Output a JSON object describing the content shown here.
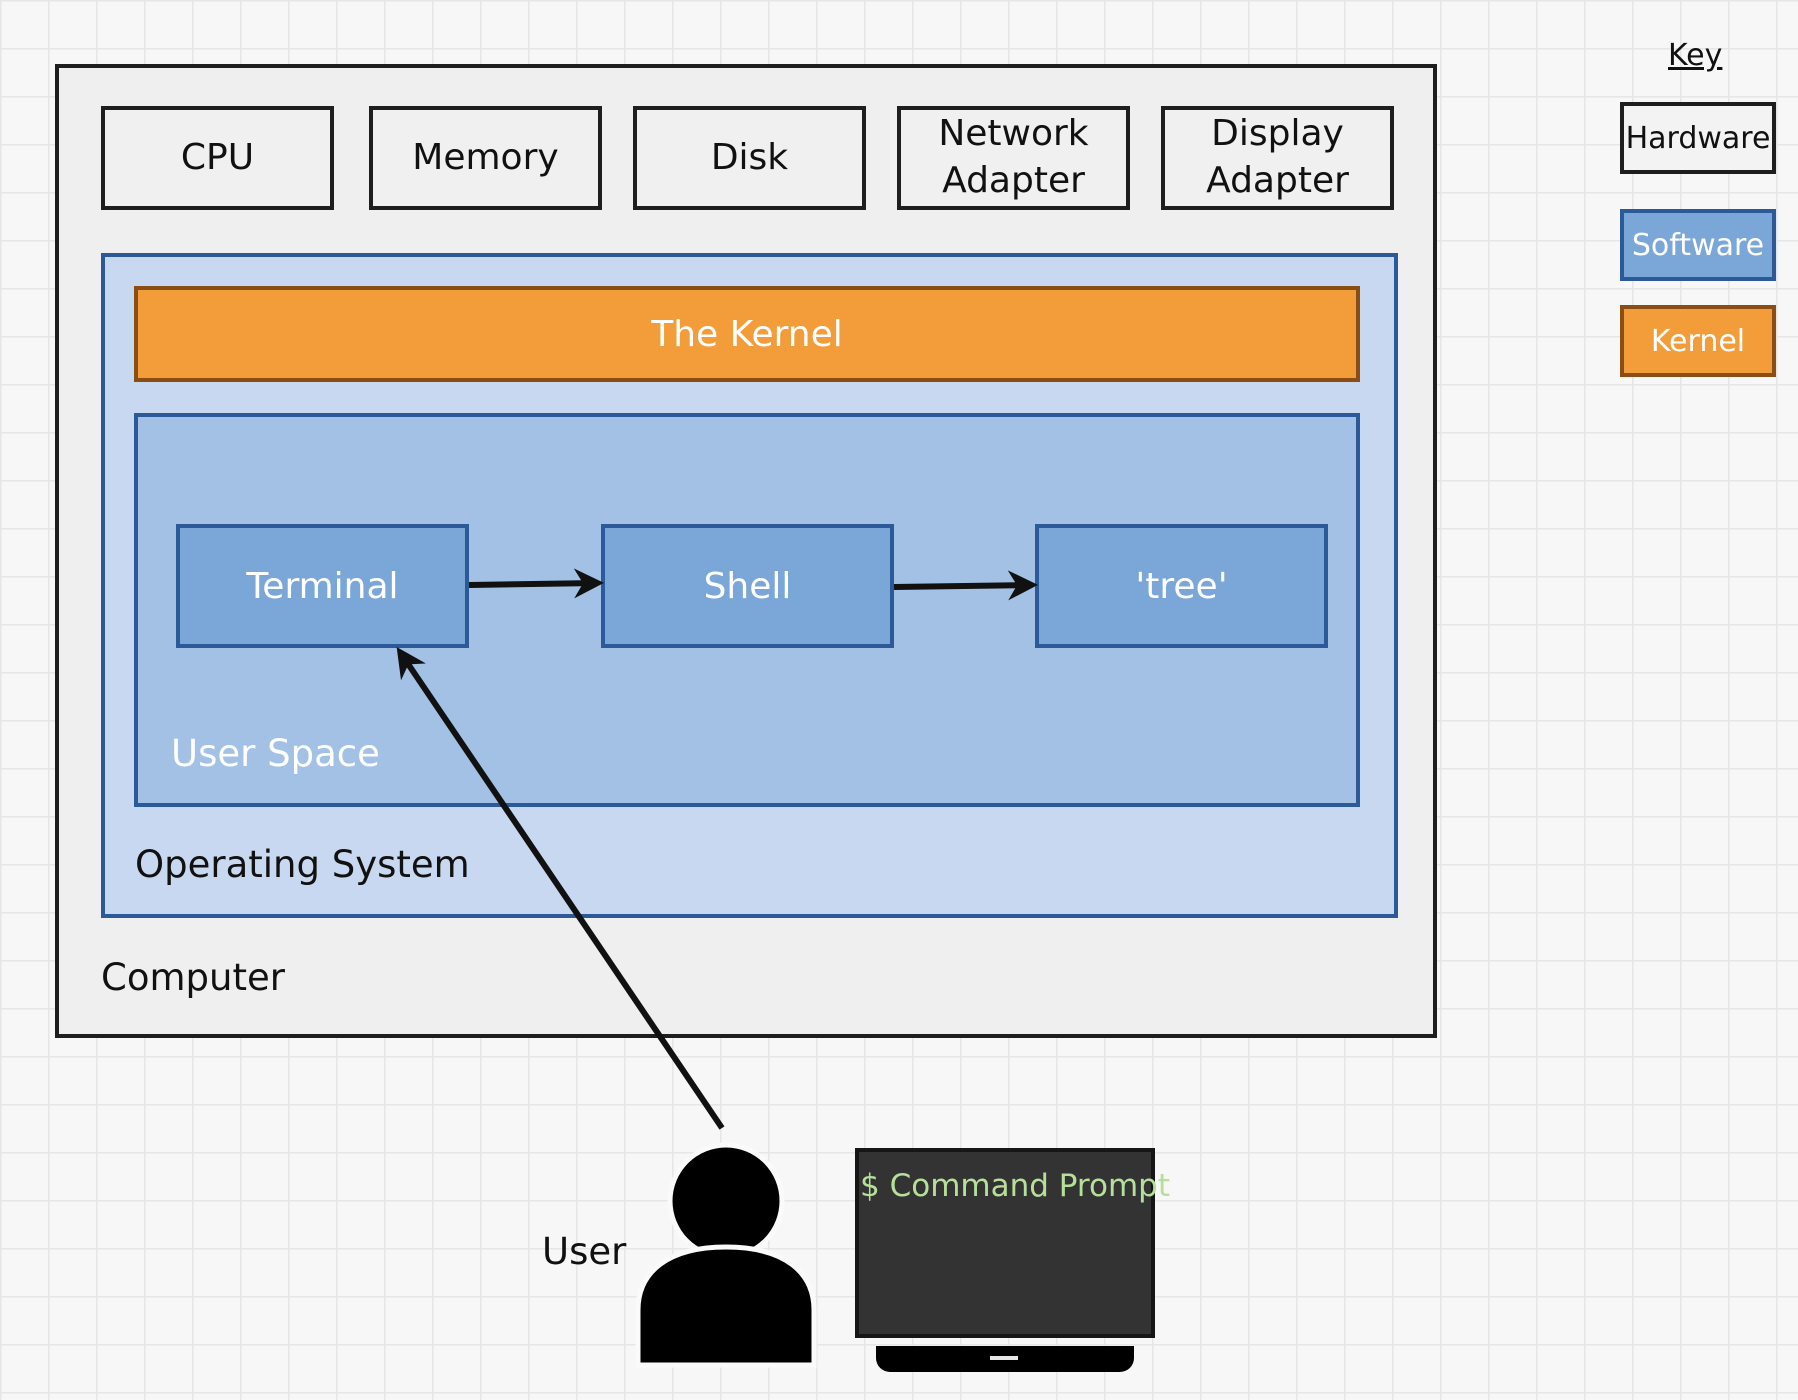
{
  "key": {
    "title": "Key",
    "hardware": "Hardware",
    "software": "Software",
    "kernel": "Kernel"
  },
  "computer": {
    "label": "Computer",
    "hardware": {
      "cpu": "CPU",
      "memory": "Memory",
      "disk": "Disk",
      "network_line1": "Network",
      "network_line2": "Adapter",
      "display_line1": "Display",
      "display_line2": "Adapter"
    },
    "os": {
      "label": "Operating System",
      "kernel": "The Kernel",
      "user_space": {
        "label": "User Space",
        "terminal": "Terminal",
        "shell": "Shell",
        "tree": "'tree'"
      }
    }
  },
  "user": {
    "label": "User",
    "prompt": "$ Command Prompt"
  },
  "colors": {
    "hardware": "#f0f0f0",
    "software": "#7ba7d8",
    "kernel": "#f29d3a",
    "operating_system": "#c9d8f1",
    "user_space": "#a3c1e5",
    "prompt_text": "#b6e09a"
  }
}
